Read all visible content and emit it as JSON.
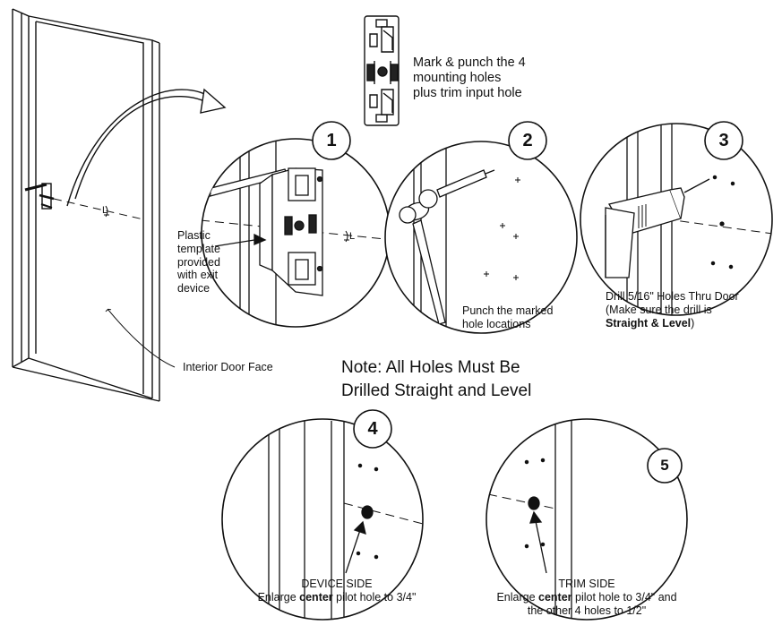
{
  "mark_punch": {
    "line1": "Mark & punch the 4",
    "line2": "mounting holes",
    "line3": "plus trim input hole"
  },
  "steps": {
    "n1": "1",
    "n2": "2",
    "n3": "3",
    "n4": "4",
    "n5": "5"
  },
  "centerline_symbol": "L",
  "template_label": [
    "Plastic",
    "template",
    "provided",
    "with exit",
    "device"
  ],
  "punch_label": [
    "Punch the marked",
    "hole locations"
  ],
  "drill_label": {
    "line1": "Drill 5/16\" Holes Thru Door",
    "line2": "(Make sure the drill is",
    "bold": "Straight & Level",
    "close": ")"
  },
  "door_label": "Interior Door Face",
  "note": {
    "line1": "Note: All Holes Must Be",
    "line2": "Drilled Straight and Level"
  },
  "device_side": {
    "title": "DEVICE SIDE",
    "pre": "Enlarge ",
    "bold": "center",
    "post": " pilot hole to 3/4\""
  },
  "trim_side": {
    "title": "TRIM SIDE",
    "pre": "Enlarge ",
    "bold": "center",
    "post": " pilot hole to 3/4\" and",
    "line3": "the other 4 holes to 1/2\""
  }
}
